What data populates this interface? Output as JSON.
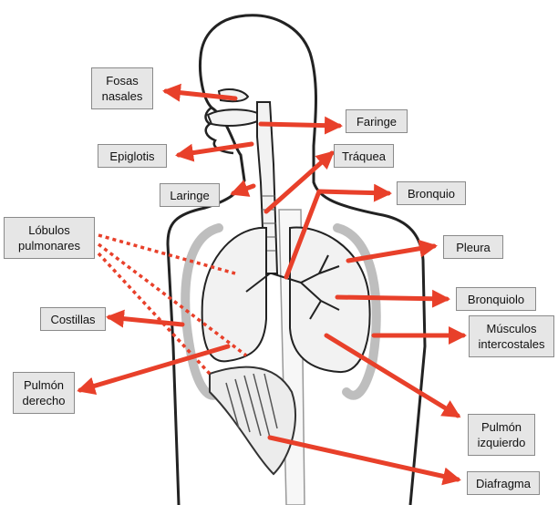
{
  "labels": {
    "fosas_nasales": "Fosas\nnasales",
    "faringe": "Faringe",
    "epiglotis": "Epiglotis",
    "traquea": "Tráquea",
    "laringe": "Laringe",
    "bronquio": "Bronquio",
    "lobulos_pulmonares": "Lóbulos\npulmonares",
    "pleura": "Pleura",
    "bronquiolo": "Bronquiolo",
    "costillas": "Costillas",
    "musculos_intercostales": "Músculos\nintercostales",
    "pulmon_derecho": "Pulmón\nderecho",
    "pulmon_izquierdo": "Pulmón\nizquierdo",
    "diafragma": "Diafragma"
  },
  "colors": {
    "arrow": "#e8402a",
    "outline": "#222222",
    "organ_fill": "#f2f2f2",
    "label_bg": "#e6e6e6"
  }
}
